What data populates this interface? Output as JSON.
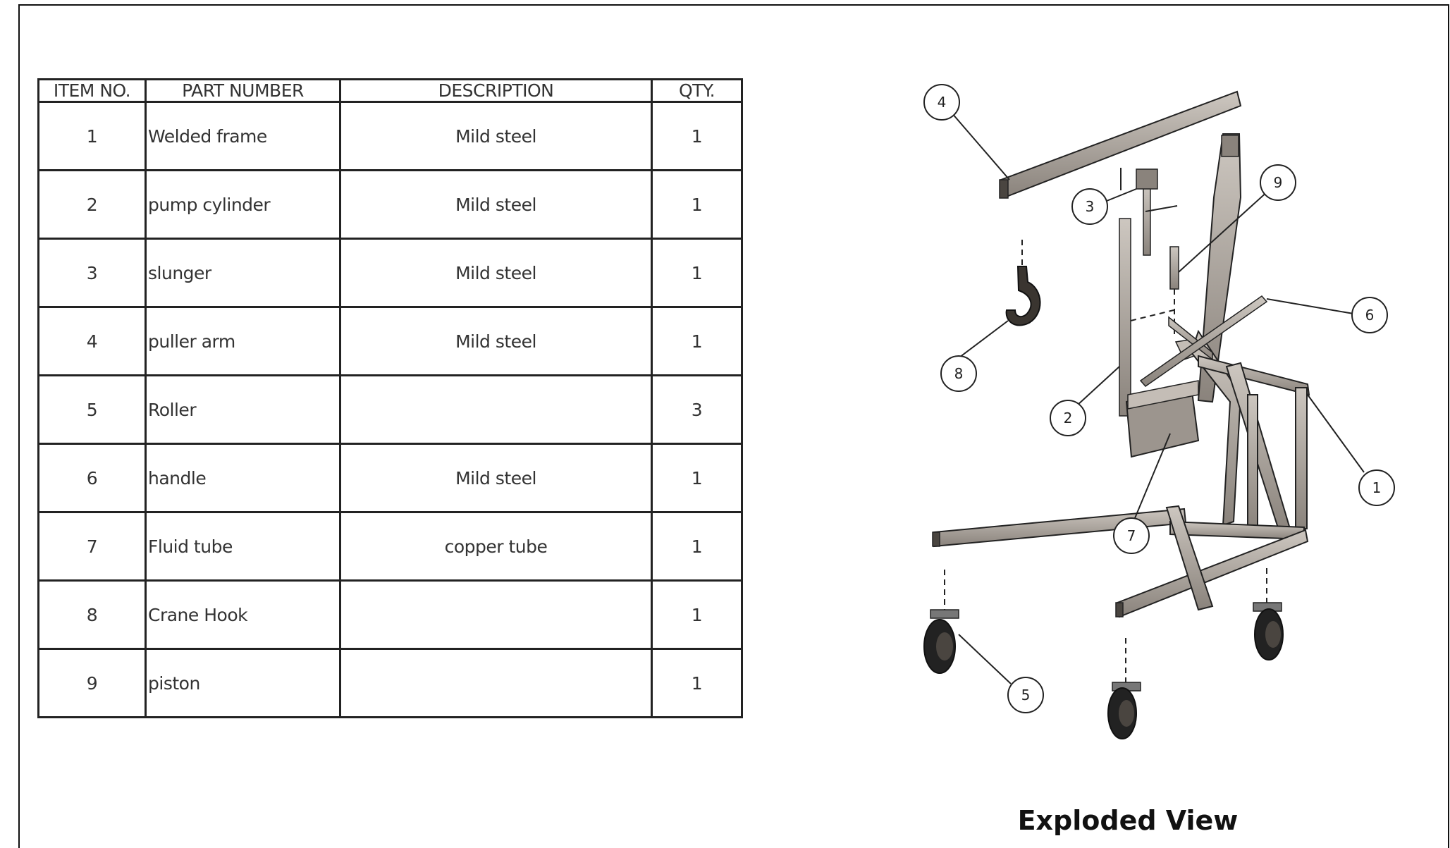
{
  "bom": {
    "headers": [
      "ITEM NO.",
      "PART NUMBER",
      "DESCRIPTION",
      "QTY."
    ],
    "rows": [
      {
        "item": "1",
        "part": "Welded frame",
        "desc": "Mild steel",
        "qty": "1"
      },
      {
        "item": "2",
        "part": "pump cylinder",
        "desc": "Mild steel",
        "qty": "1"
      },
      {
        "item": "3",
        "part": "slunger",
        "desc": "Mild steel",
        "qty": "1"
      },
      {
        "item": "4",
        "part": "puller arm",
        "desc": "Mild steel",
        "qty": "1"
      },
      {
        "item": "5",
        "part": "Roller",
        "desc": "",
        "qty": "3"
      },
      {
        "item": "6",
        "part": "handle",
        "desc": "Mild steel",
        "qty": "1"
      },
      {
        "item": "7",
        "part": "Fluid tube",
        "desc": "copper tube",
        "qty": "1"
      },
      {
        "item": "8",
        "part": "Crane Hook",
        "desc": "",
        "qty": "1"
      },
      {
        "item": "9",
        "part": "piston",
        "desc": "",
        "qty": "1"
      }
    ]
  },
  "balloons": {
    "b1": "1",
    "b2": "2",
    "b3": "3",
    "b4": "4",
    "b5": "5",
    "b6": "6",
    "b7": "7",
    "b8": "8",
    "b9": "9"
  },
  "view_title": "Exploded View",
  "colors": {
    "steel": "#b3aca4",
    "steel_dark": "#6e6760",
    "wheel": "#222222",
    "line": "#222222"
  }
}
